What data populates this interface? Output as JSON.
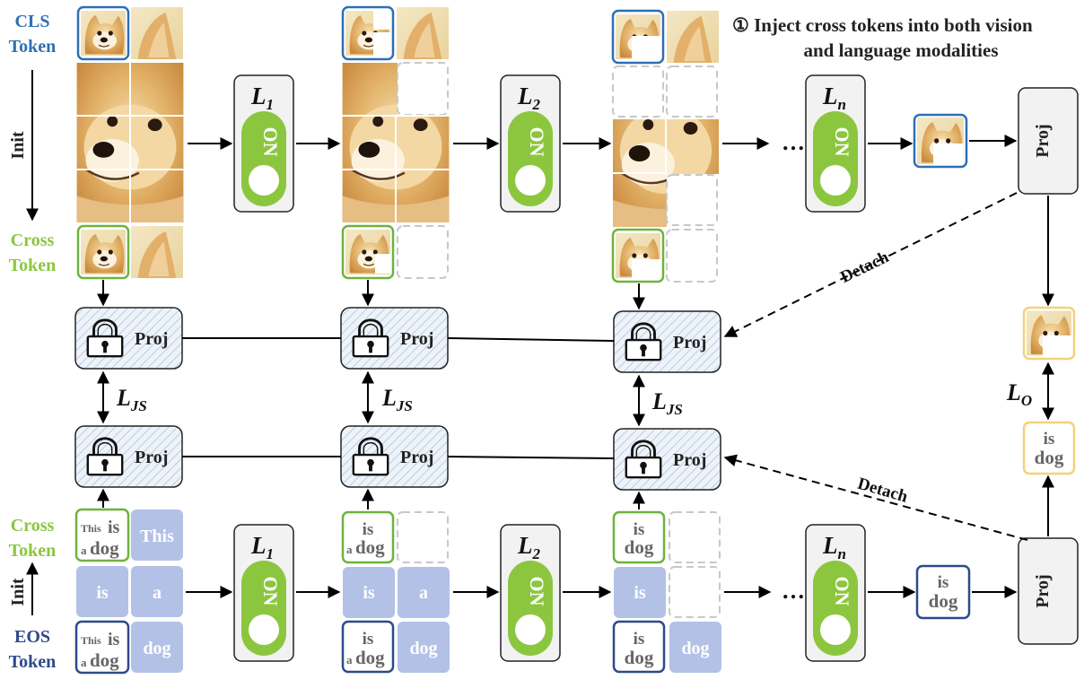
{
  "colors": {
    "cls_blue": "#2e6fb4",
    "cross_green": "#6db33f",
    "eos_navy": "#2d4a8a",
    "switch_green": "#8cc63f",
    "text_token_fill": "#b3c1e6",
    "output_yellow": "#f2d27a",
    "panel_gray": "#f2f2f2",
    "proj_hatch": "#c9d9ea"
  },
  "annotation": {
    "line1": "① Inject cross tokens into both vision",
    "line2": "and language modalities"
  },
  "labels": {
    "cls_token_1": "CLS",
    "cls_token_2": "Token",
    "init_top": "Init",
    "cross_token_top_1": "Cross",
    "cross_token_top_2": "Token",
    "cross_token_bottom_1": "Cross",
    "cross_token_bottom_2": "Token",
    "init_bottom": "Init",
    "eos_token_1": "EOS",
    "eos_token_2": "Token",
    "detach_top": "Detach",
    "detach_bottom": "Detach",
    "ellipsis": "…"
  },
  "layers": {
    "l1": {
      "main": "L",
      "sub": "1"
    },
    "l2": {
      "main": "L",
      "sub": "2"
    },
    "ln": {
      "main": "L",
      "sub": "n"
    },
    "switch_text": "ON"
  },
  "losses": {
    "js": {
      "main": "L",
      "sub": "JS"
    },
    "o": {
      "main": "L",
      "sub": "O"
    }
  },
  "proj_label": "Proj",
  "text_tokens": {
    "this": "This",
    "is": "is",
    "a": "a",
    "dog": "dog"
  },
  "icons": {
    "lock": "padlock-icon",
    "dog_image": "shiba-dog-image"
  }
}
